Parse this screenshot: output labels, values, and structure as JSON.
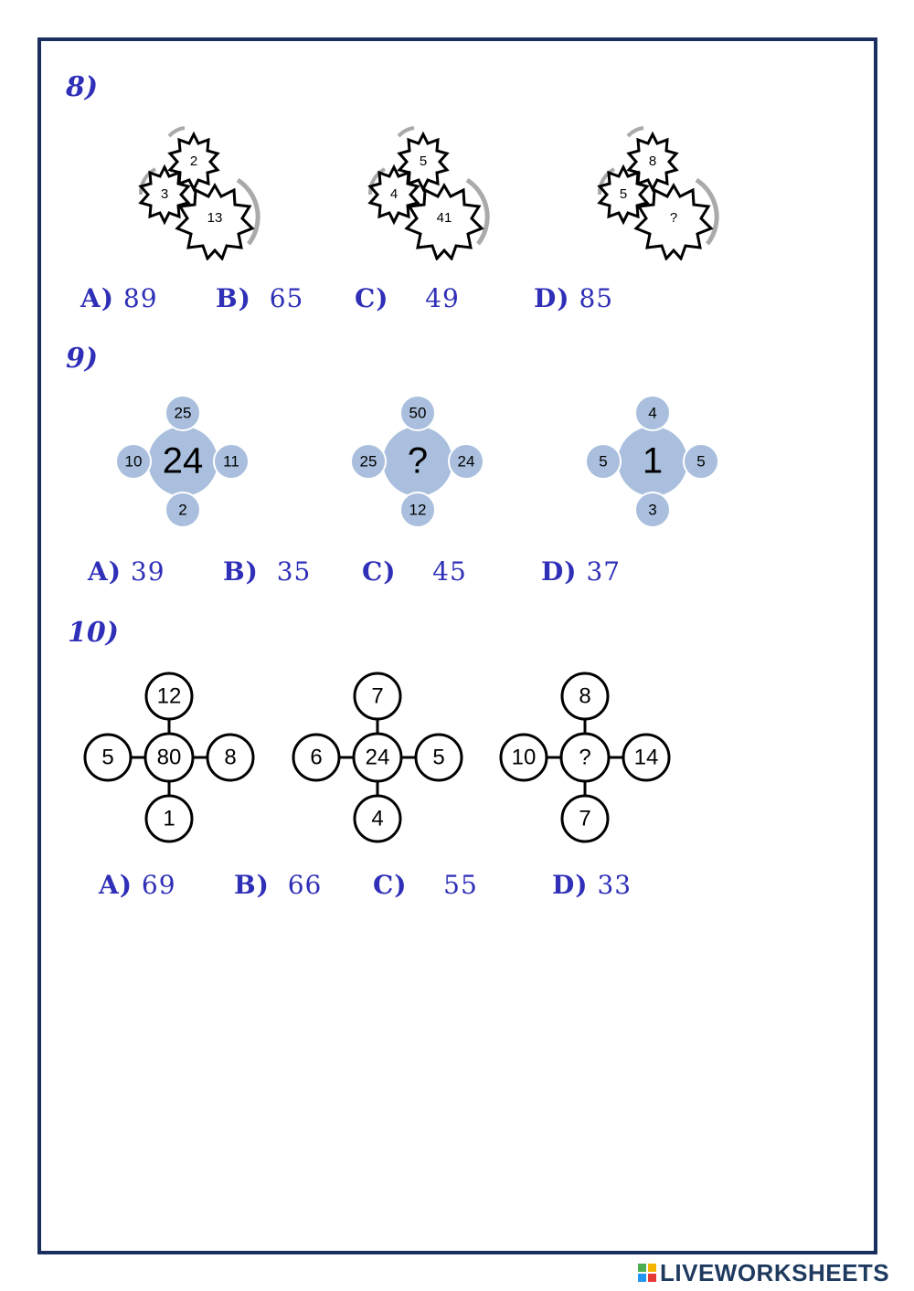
{
  "questions": [
    {
      "number": "8)",
      "figures": [
        {
          "top": "2",
          "left": "3",
          "big": "13"
        },
        {
          "top": "5",
          "left": "4",
          "big": "41"
        },
        {
          "top": "8",
          "left": "5",
          "big": "?"
        }
      ],
      "options": [
        {
          "label": "A)",
          "value": "89"
        },
        {
          "label": "B)",
          "value": "65"
        },
        {
          "label": "C)",
          "value": "49"
        },
        {
          "label": "D)",
          "value": "85"
        }
      ]
    },
    {
      "number": "9)",
      "figures": [
        {
          "center": "24",
          "top": "25",
          "left": "10",
          "right": "11",
          "bottom": "2"
        },
        {
          "center": "?",
          "top": "50",
          "left": "25",
          "right": "24",
          "bottom": "12"
        },
        {
          "center": "1",
          "top": "4",
          "left": "5",
          "right": "5",
          "bottom": "3"
        }
      ],
      "options": [
        {
          "label": "A)",
          "value": "39"
        },
        {
          "label": "B)",
          "value": "35"
        },
        {
          "label": "C)",
          "value": "45"
        },
        {
          "label": "D)",
          "value": "37"
        }
      ]
    },
    {
      "number": "10)",
      "figures": [
        {
          "center": "80",
          "top": "12",
          "left": "5",
          "right": "8",
          "bottom": "1"
        },
        {
          "center": "24",
          "top": "7",
          "left": "6",
          "right": "5",
          "bottom": "4"
        },
        {
          "center": "?",
          "top": "8",
          "left": "10",
          "right": "14",
          "bottom": "7"
        }
      ],
      "options": [
        {
          "label": "A)",
          "value": "69"
        },
        {
          "label": "B)",
          "value": "66"
        },
        {
          "label": "C)",
          "value": "55"
        },
        {
          "label": "D)",
          "value": "33"
        }
      ]
    }
  ],
  "footer": {
    "brand": "LIVEWORKSHEETS"
  },
  "colors": {
    "border": "#1b2f5e",
    "accent": "#2f2fb8",
    "bubble": "#a9bfdd"
  }
}
